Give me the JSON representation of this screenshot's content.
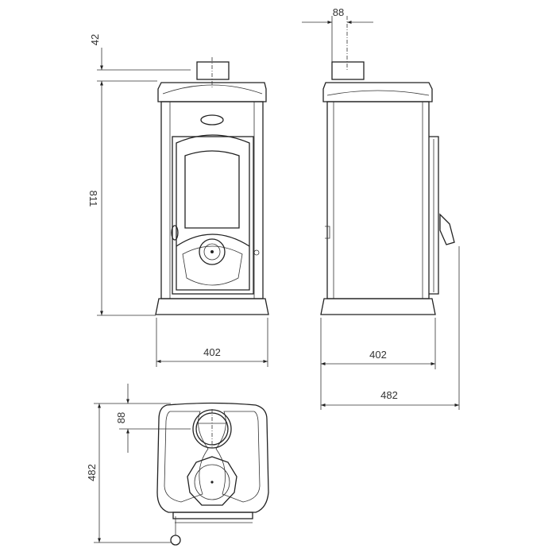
{
  "title": "Stove dimensional drawing",
  "front_view": {
    "flue_height_label": "42",
    "height_label": "811",
    "width_label": "402"
  },
  "side_view": {
    "flue_offset_label": "88",
    "body_depth_label": "402",
    "total_depth_label": "482"
  },
  "top_view": {
    "flue_offset_label": "88",
    "total_depth_label": "482"
  },
  "colors": {
    "line": "#222222",
    "background": "#ffffff"
  }
}
